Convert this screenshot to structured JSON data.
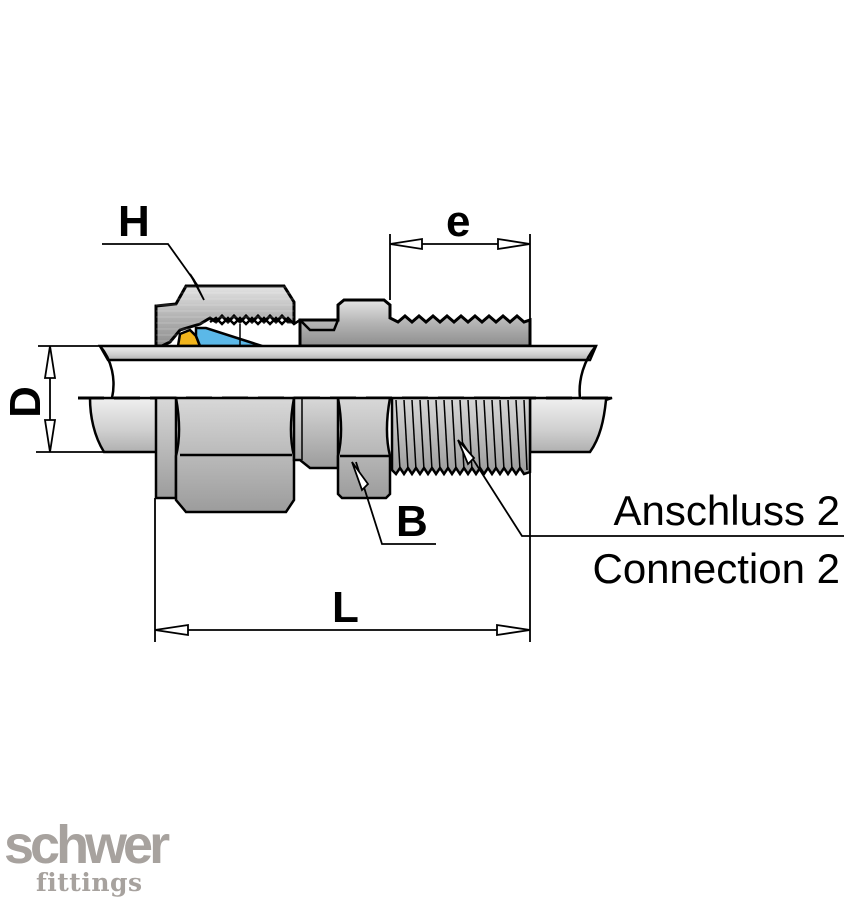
{
  "diagram": {
    "type": "technical-drawing",
    "subject": "bulkhead straight connector with tube",
    "labels": {
      "H": "H",
      "e": "e",
      "D": "D",
      "B": "B",
      "L": "L"
    },
    "connection": {
      "de": "Anschluss 2",
      "en": "Connection 2"
    },
    "colors": {
      "body": "#b8b8b8",
      "tube": "#d9d9d9",
      "ring": "#f2b51c",
      "cone": "#5bb8e8",
      "outline": "#000000"
    }
  },
  "logo": {
    "main": "schwer",
    "sub": "fittings",
    "color": "#a7a29e"
  }
}
